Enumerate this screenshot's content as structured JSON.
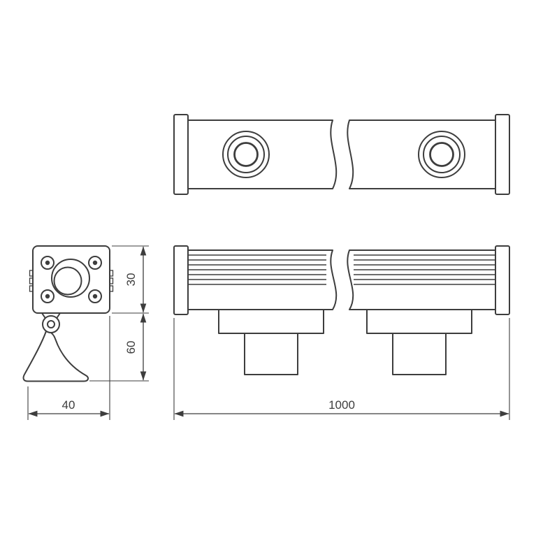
{
  "drawing": {
    "kind": "technical-drawing",
    "dimensions": {
      "profile_height": "30",
      "bracket_height": "60",
      "profile_width": "40",
      "length": "1000"
    },
    "colors": {
      "line": "#3d3d3d",
      "background": "#ffffff"
    }
  }
}
